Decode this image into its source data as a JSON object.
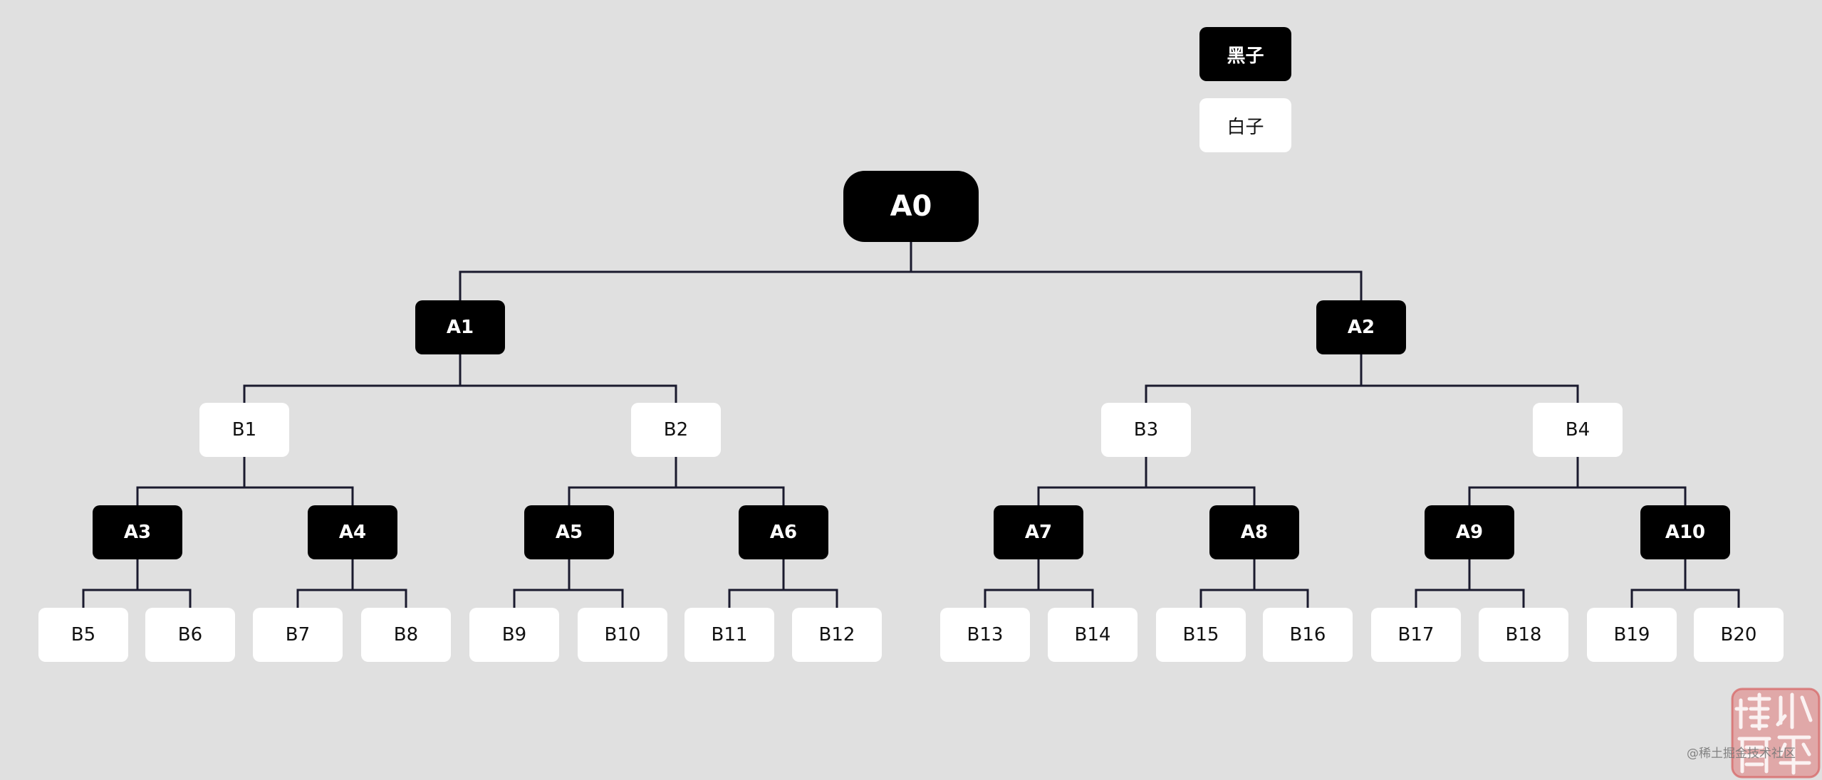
{
  "legend": [
    {
      "label": "黑子",
      "color": "#000000"
    },
    {
      "label": "白子",
      "color": "#ffffff"
    }
  ],
  "tree": {
    "label": "A0",
    "color": "#000000",
    "children": [
      {
        "label": "A1",
        "color": "#000000",
        "children": [
          {
            "label": "B1",
            "color": "#ffffff",
            "children": [
              {
                "label": "A3",
                "color": "#000000",
                "children": [
                  {
                    "label": "B5",
                    "color": "#ffffff"
                  },
                  {
                    "label": "B6",
                    "color": "#ffffff"
                  }
                ]
              },
              {
                "label": "A4",
                "color": "#000000",
                "children": [
                  {
                    "label": "B7",
                    "color": "#ffffff"
                  },
                  {
                    "label": "B8",
                    "color": "#ffffff"
                  }
                ]
              }
            ]
          },
          {
            "label": "B2",
            "color": "#ffffff",
            "children": [
              {
                "label": "A5",
                "color": "#000000",
                "children": [
                  {
                    "label": "B9",
                    "color": "#ffffff"
                  },
                  {
                    "label": "B10",
                    "color": "#ffffff"
                  }
                ]
              },
              {
                "label": "A6",
                "color": "#000000",
                "children": [
                  {
                    "label": "B11",
                    "color": "#ffffff"
                  },
                  {
                    "label": "B12",
                    "color": "#ffffff"
                  }
                ]
              }
            ]
          }
        ]
      },
      {
        "label": "A2",
        "color": "#000000",
        "children": [
          {
            "label": "B3",
            "color": "#ffffff",
            "children": [
              {
                "label": "A7",
                "color": "#000000",
                "children": [
                  {
                    "label": "B13",
                    "color": "#ffffff"
                  },
                  {
                    "label": "B14",
                    "color": "#ffffff"
                  }
                ]
              },
              {
                "label": "A8",
                "color": "#000000",
                "children": [
                  {
                    "label": "B15",
                    "color": "#ffffff"
                  },
                  {
                    "label": "B16",
                    "color": "#ffffff"
                  }
                ]
              }
            ]
          },
          {
            "label": "B4",
            "color": "#ffffff",
            "children": [
              {
                "label": "A9",
                "color": "#000000",
                "children": [
                  {
                    "label": "B17",
                    "color": "#ffffff"
                  },
                  {
                    "label": "B18",
                    "color": "#ffffff"
                  }
                ]
              },
              {
                "label": "A10",
                "color": "#000000",
                "children": [
                  {
                    "label": "B19",
                    "color": "#ffffff"
                  },
                  {
                    "label": "B20",
                    "color": "#ffffff"
                  }
                ]
              }
            ]
          }
        ]
      }
    ]
  },
  "watermark": {
    "text": "@稀土掘金技术社区"
  },
  "colors": {
    "background": "#e0e0e0",
    "connector": "#1a1a2e",
    "seal": "#e07a7a"
  }
}
